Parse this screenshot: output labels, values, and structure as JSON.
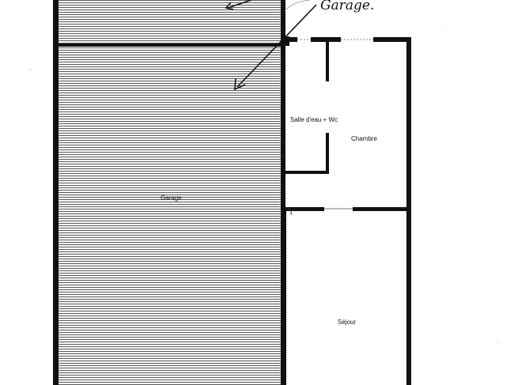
{
  "plan": {
    "handwritten_note": "Garage.",
    "rooms": {
      "garage": "Garage",
      "bathroom": "Salle d'eau + Wc",
      "bedroom": "Chambre",
      "living": "Séjour"
    },
    "colors": {
      "wall": "#111111",
      "hatch": "#555555",
      "paper": "#ffffff"
    }
  }
}
